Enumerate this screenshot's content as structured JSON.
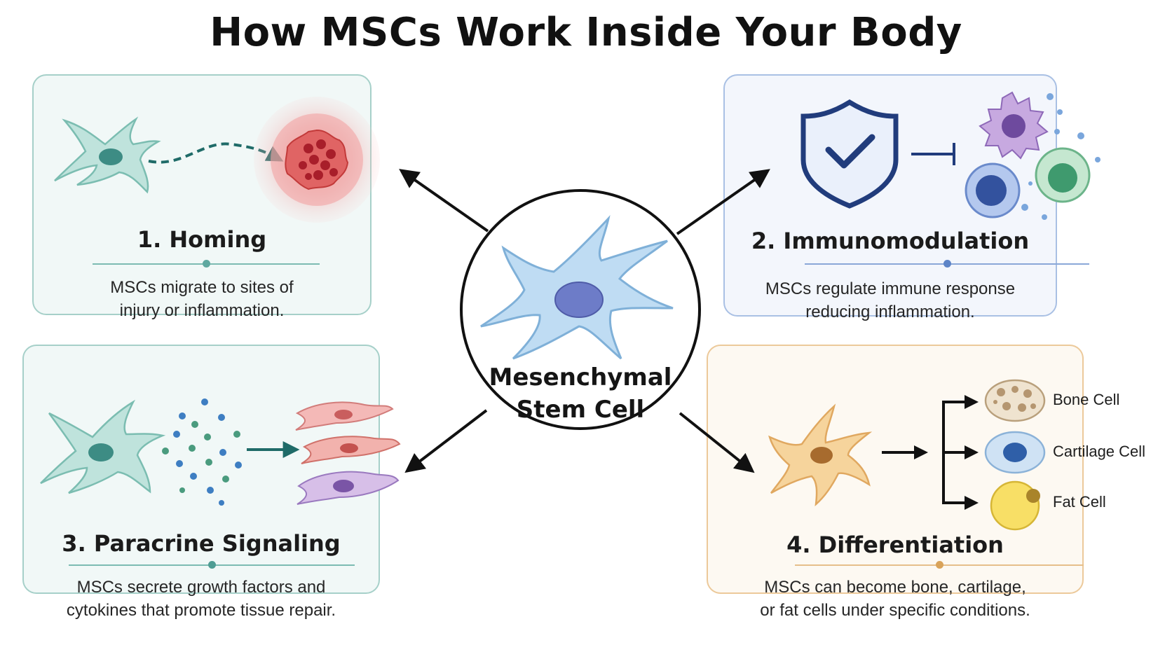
{
  "title": "How MSCs Work Inside Your Body",
  "center": {
    "line1": "Mesenchymal",
    "line2": "Stem Cell"
  },
  "cards": {
    "homing": {
      "title": "1. Homing",
      "desc_line1": "MSCs migrate to sites of",
      "desc_line2": "injury or inflammation."
    },
    "immuno": {
      "title": "2. Immunomodulation",
      "desc_line1": "MSCs regulate immune response",
      "desc_line2": "reducing inflammation."
    },
    "paracrine": {
      "title": "3. Paracrine Signaling",
      "desc_line1": "MSCs secrete growth factors and",
      "desc_line2": "cytokines that promote tissue repair."
    },
    "diff": {
      "title": "4. Differentiation",
      "desc_line1": "MSCs can become bone, cartilage,",
      "desc_line2": "or fat cells under specific conditions."
    }
  },
  "differentiation_outcomes": [
    "Bone Cell",
    "Cartilage Cell",
    "Fat Cell"
  ],
  "colors": {
    "teal": "#5fa8a0",
    "blue": "#7fa0d0",
    "tan": "#e0b47a",
    "stem_cell": "#a9cdee",
    "nucleus": "#6a78c4",
    "dark_arrow": "#111111"
  }
}
